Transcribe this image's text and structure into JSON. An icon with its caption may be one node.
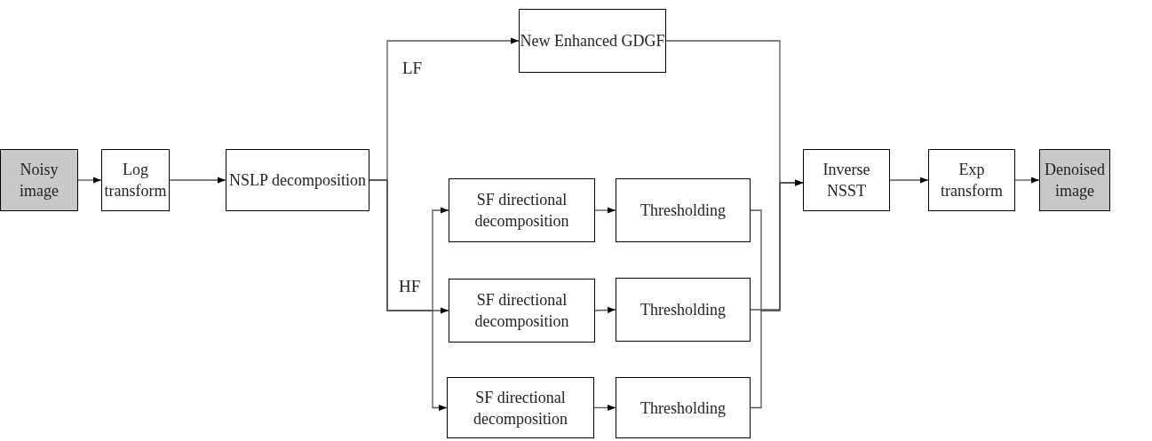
{
  "diagram": {
    "nodes": [
      {
        "text": [
          "Noisy image"
        ]
      },
      {
        "text": [
          "Log transform"
        ]
      },
      {
        "text": [
          "NSLP decomposition"
        ]
      },
      {
        "text": [
          "New Enhanced GDGF"
        ]
      },
      {
        "text": [
          "SF directional decomposition"
        ]
      },
      {
        "text": [
          "Thresholding"
        ]
      },
      {
        "text": [
          "SF directional decomposition"
        ]
      },
      {
        "text": [
          "Thresholding"
        ]
      },
      {
        "text": [
          "SF directional decomposition"
        ]
      },
      {
        "text": [
          "Thresholding"
        ]
      },
      {
        "text": [
          "Inverse NSST"
        ]
      },
      {
        "text": [
          "Exp transform"
        ]
      },
      {
        "text": [
          "Denoised image"
        ]
      }
    ],
    "edges": [
      {
        "from": 0,
        "to": 1,
        "arrow": "to"
      },
      {
        "from": 1,
        "to": 2,
        "arrow": "to"
      },
      {
        "from": 2,
        "to": 3,
        "arrow": "to",
        "label": "LF"
      },
      {
        "from": 2,
        "to": 4,
        "arrow": "to"
      },
      {
        "from": 2,
        "to": 6,
        "arrow": "to",
        "label": "HF"
      },
      {
        "from": 2,
        "to": 8,
        "arrow": "to"
      },
      {
        "from": 4,
        "to": 5,
        "arrow": "to"
      },
      {
        "from": 6,
        "to": 7,
        "arrow": "to"
      },
      {
        "from": 8,
        "to": 9,
        "arrow": "to"
      },
      {
        "from": 3,
        "to": 10,
        "arrow": "to"
      },
      {
        "from": 5,
        "to": 10,
        "arrow": "to"
      },
      {
        "from": 7,
        "to": 10,
        "arrow": "to"
      },
      {
        "from": 9,
        "to": 10,
        "arrow": "to"
      },
      {
        "from": 10,
        "to": 11,
        "arrow": "to"
      },
      {
        "from": 11,
        "to": 12,
        "arrow": "to"
      }
    ]
  }
}
